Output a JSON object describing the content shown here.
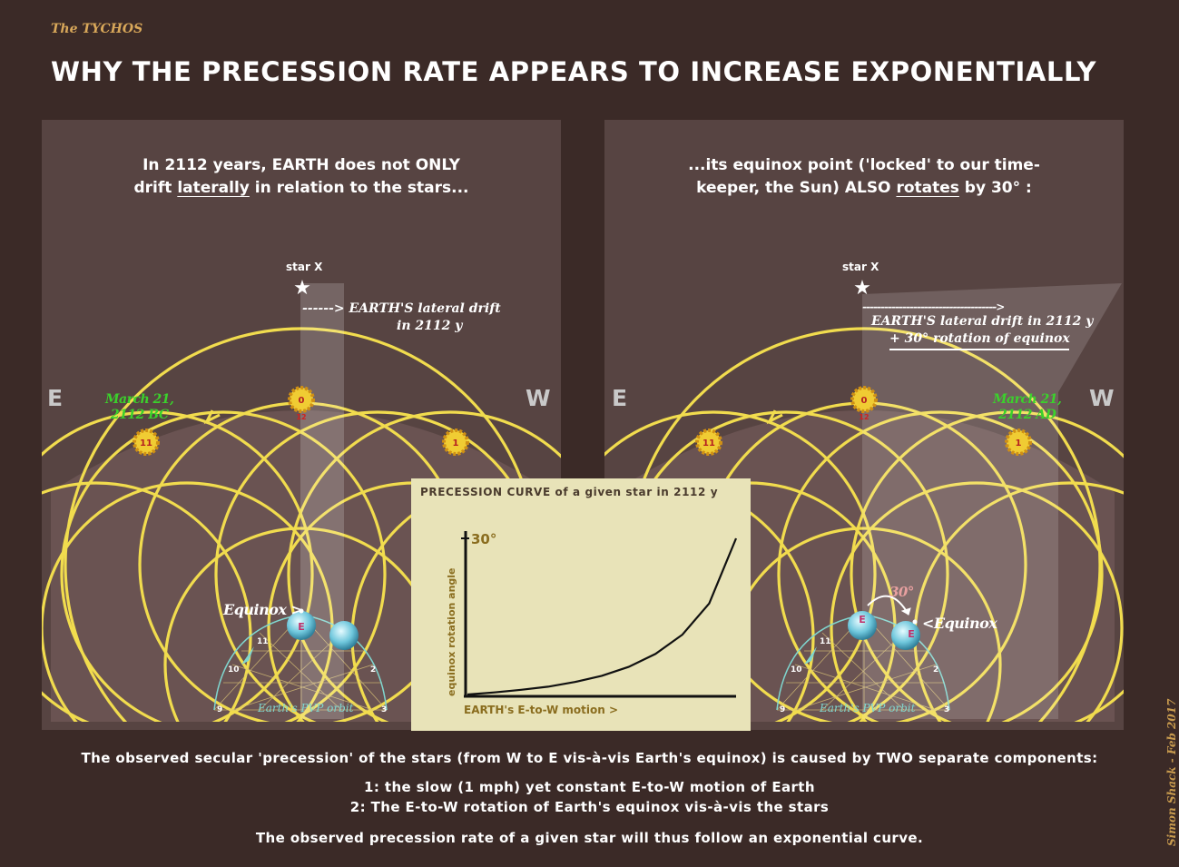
{
  "header": {
    "brand": "The TYCHOS",
    "title": "WHY THE PRECESSION RATE APPEARS TO INCREASE EXPONENTIALLY"
  },
  "left_panel": {
    "caption_line1": "In 2112 years, EARTH does not ONLY",
    "caption_pre": "drift ",
    "caption_underlined": "laterally",
    "caption_post": " in relation to the stars...",
    "east": "E",
    "west": "W",
    "date_line1": "March 21,",
    "date_line2": "2112 BC",
    "star_label": "star X",
    "drift_line1": "------> EARTH'S  lateral drift",
    "drift_line2": "in 2112 y",
    "equinox_label": "Equinox >",
    "orbit_label": "Earth's PVP orbit",
    "earth_letter": "E",
    "clock_numbers": [
      "11",
      "10",
      "9",
      "2",
      "3"
    ],
    "sun_labels": [
      "0",
      "12",
      "11",
      "1"
    ]
  },
  "right_panel": {
    "caption_line1": "...its equinox point ('locked' to our time-",
    "caption_pre": "keeper, the Sun) ALSO ",
    "caption_underlined": "rotates",
    "caption_post": " by 30° :",
    "east": "E",
    "west": "W",
    "date_line1": "March 21,",
    "date_line2": "2112 AD",
    "star_label": "star X",
    "drift_arrow": "------------------------------------->",
    "drift_line1": "EARTH'S lateral drift in 2112 y",
    "drift_line2": "+ 30° rotation of equinox",
    "equinox_label": "<Equinox",
    "angle_label": "30°",
    "orbit_label": "Earth's PVP orbit",
    "earth_letter": "E",
    "clock_numbers": [
      "11",
      "10",
      "9",
      "2",
      "3"
    ],
    "sun_labels": [
      "0",
      "12",
      "11",
      "1"
    ]
  },
  "chart_data": {
    "type": "line",
    "title": "PRECESSION CURVE  of a given star in 2112 y",
    "xlabel": "EARTH's E-to-W motion >",
    "ylabel": "equinox rotation angle",
    "y_tick_label": "30°",
    "ylim": [
      0,
      30
    ],
    "xlim": [
      0,
      1
    ],
    "shape": "exponential",
    "x": [
      0,
      0.1,
      0.2,
      0.3,
      0.4,
      0.5,
      0.6,
      0.7,
      0.8,
      0.9,
      1.0
    ],
    "y": [
      0,
      0.4,
      0.9,
      1.5,
      2.4,
      3.6,
      5.3,
      7.8,
      11.5,
      17.5,
      30
    ],
    "grid": false,
    "legend": "none"
  },
  "footer": {
    "line1": "The observed secular 'precession' of the stars (from W to E vis-à-vis Earth's equinox) is caused by TWO separate components:",
    "line2": "1: the slow (1 mph) yet constant E-to-W motion of Earth",
    "line3": "2: The E-to-W rotation of Earth's equinox vis-à-vis the stars",
    "line4": "The observed precession rate of a given star will thus follow an exponential curve.",
    "credit": "Simon Shack - Feb 2017"
  },
  "colors": {
    "background": "#3b2a27",
    "panel": "#574442",
    "orbit_yellow": "#f1dc4e",
    "date_green": "#3bd12c",
    "curve_box": "#e8e3b8",
    "brand_gold": "#d9a85a"
  }
}
